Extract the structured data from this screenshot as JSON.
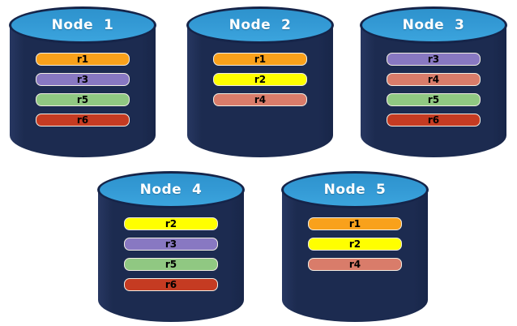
{
  "diagram": {
    "background": "#ffffff",
    "cylinder": {
      "body_color": "#1c2b50",
      "outline_color": "#152449",
      "top_ellipse_color": "#3399d4",
      "title_text_color": "#ffffff"
    },
    "replica_palette": {
      "r1": "#f9a11b",
      "r2": "#ffff00",
      "r3": "#8878c2",
      "r4": "#d97c6a",
      "r5": "#90c882",
      "r6": "#c53b22"
    },
    "nodes": [
      {
        "title": "Node  1",
        "replicas": [
          {
            "label": "r1",
            "color": "#f9a11b"
          },
          {
            "label": "r3",
            "color": "#8878c2"
          },
          {
            "label": "r5",
            "color": "#90c882"
          },
          {
            "label": "r6",
            "color": "#c53b22"
          }
        ]
      },
      {
        "title": "Node  2",
        "replicas": [
          {
            "label": "r1",
            "color": "#f9a11b"
          },
          {
            "label": "r2",
            "color": "#ffff00"
          },
          {
            "label": "r4",
            "color": "#d97c6a"
          }
        ]
      },
      {
        "title": "Node  3",
        "replicas": [
          {
            "label": "r3",
            "color": "#8878c2"
          },
          {
            "label": "r4",
            "color": "#d97c6a"
          },
          {
            "label": "r5",
            "color": "#90c882"
          },
          {
            "label": "r6",
            "color": "#c53b22"
          }
        ]
      },
      {
        "title": "Node  4",
        "replicas": [
          {
            "label": "r2",
            "color": "#ffff00"
          },
          {
            "label": "r3",
            "color": "#8878c2"
          },
          {
            "label": "r5",
            "color": "#90c882"
          },
          {
            "label": "r6",
            "color": "#c53b22"
          }
        ]
      },
      {
        "title": "Node  5",
        "replicas": [
          {
            "label": "r1",
            "color": "#f9a11b"
          },
          {
            "label": "r2",
            "color": "#ffff00"
          },
          {
            "label": "r4",
            "color": "#d97c6a"
          }
        ]
      }
    ]
  }
}
